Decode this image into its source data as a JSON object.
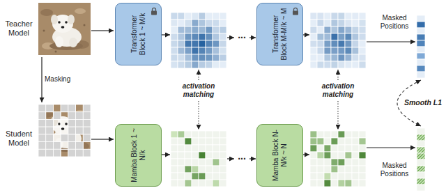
{
  "diagram": {
    "nodes": [
      {
        "text": [
          "Transformer Block 1 ~ M/k"
        ]
      },
      {
        "text": [
          "Transformer Block M-M/k ~ M"
        ]
      },
      {
        "text": [
          "Mamba Block 1 ~ N/k"
        ]
      },
      {
        "text": [
          "Mamba Block N-N/k ~ N"
        ]
      }
    ],
    "labels": [
      "Teacher Model",
      "Masking",
      "Student Model",
      "...",
      "activation matching",
      "...",
      "activation matching",
      "Masked Positions",
      "Smooth L1",
      "Masked Positions"
    ]
  }
}
